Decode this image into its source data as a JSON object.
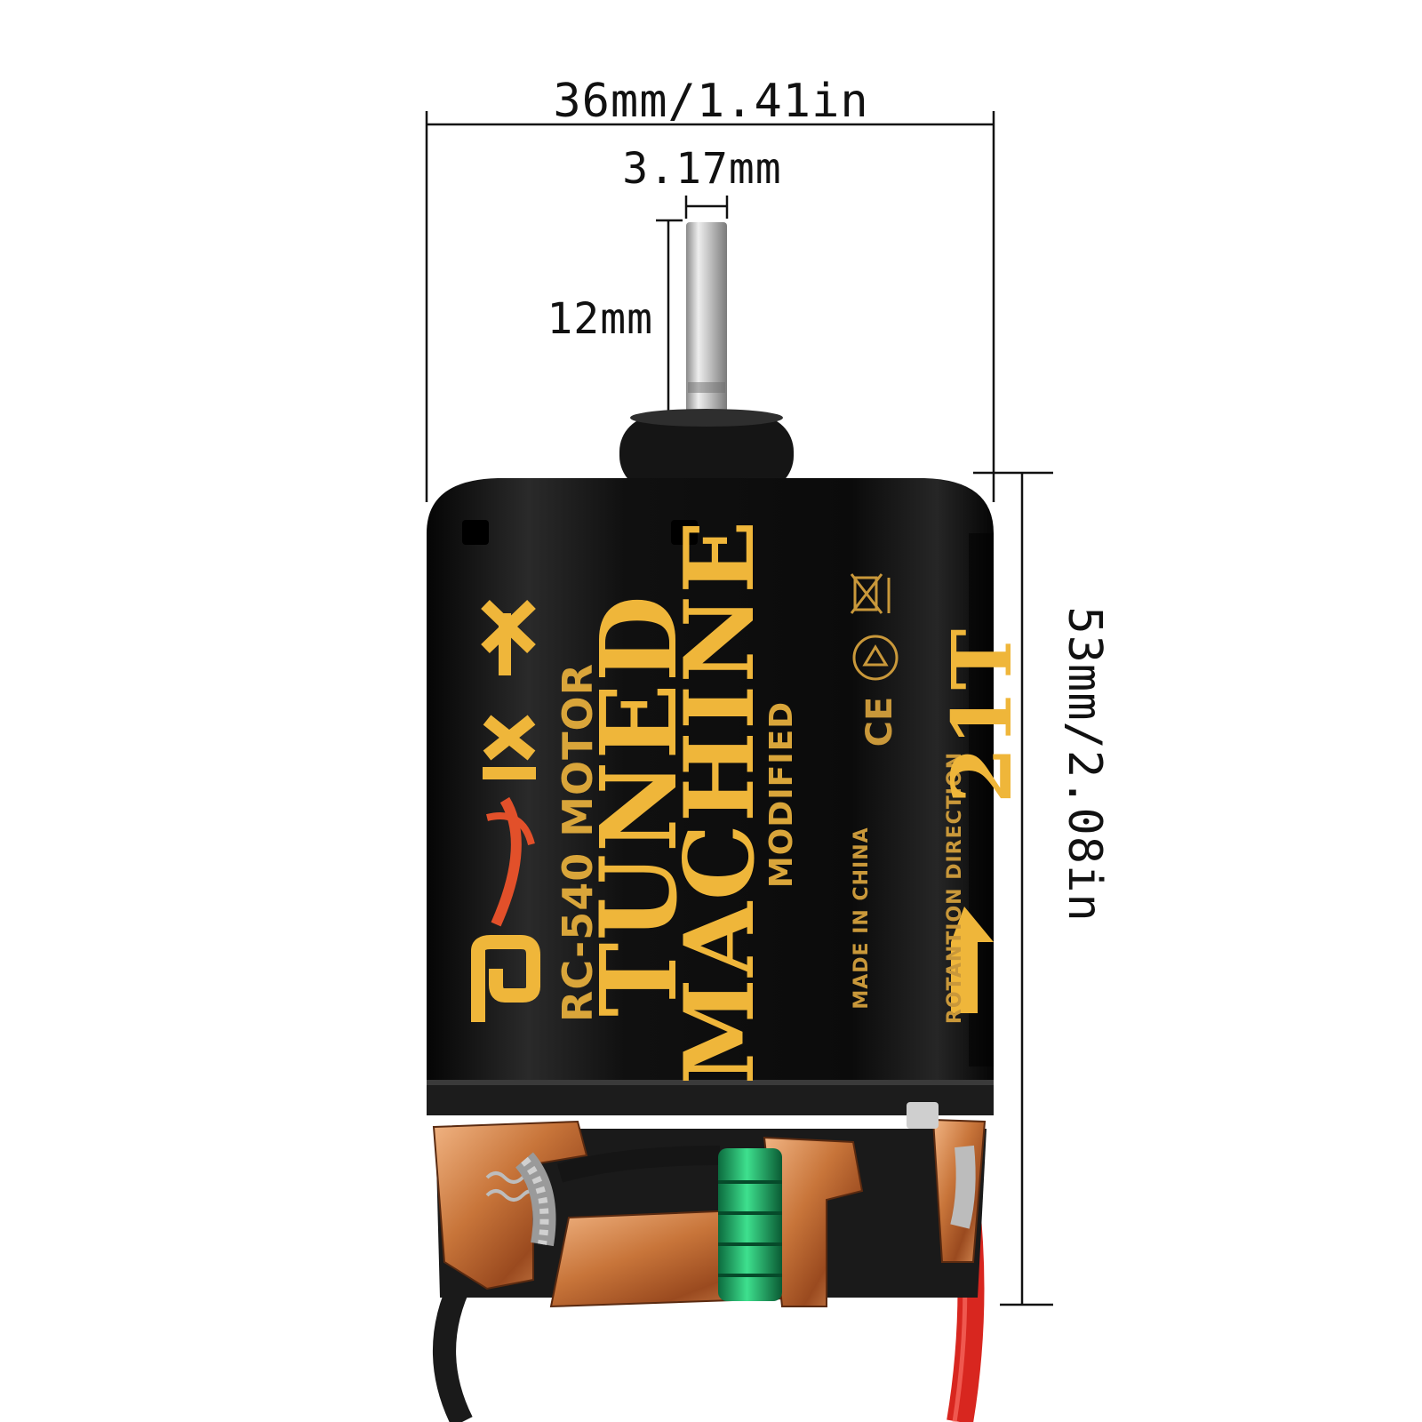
{
  "dimensions": {
    "width": "36mm/1.41in",
    "shaft_diameter": "3.17mm",
    "shaft_length": "12mm",
    "height": "53mm/2.08in"
  },
  "motor_label": {
    "type": "RC-540 MOTOR",
    "line1": "TUNED",
    "line2": "MACHINE",
    "line3": "MODIFIED",
    "origin": "MADE IN CHINA",
    "rotation_note": "ROTANTION DIRECTION",
    "turns": "21T",
    "certification": "CE"
  },
  "colors": {
    "can": "#111111",
    "label_gold": "#efb63a",
    "copper": "#c8753a",
    "green_accent": "#1fae6a",
    "wire_red": "#d8261f",
    "wire_black": "#1a1a1a"
  },
  "icons": [
    "brand-logo-icon",
    "weee-bin-icon",
    "recycle-icon",
    "ce-mark-icon",
    "rotation-arrow-icon"
  ]
}
